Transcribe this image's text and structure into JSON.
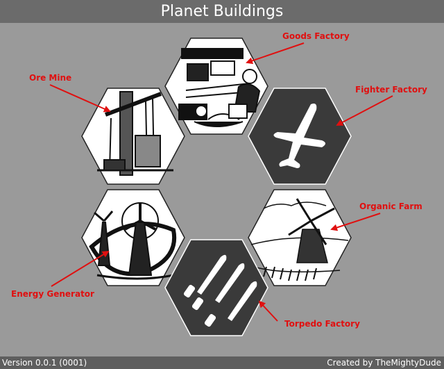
{
  "header": {
    "title": "Planet Buildings"
  },
  "footer": {
    "version": "Version 0.0.1 (0001)",
    "credit": "Created by TheMightyDude"
  },
  "colors": {
    "background": "#9a9a9a",
    "title_bar": "#6b6b6b",
    "footer_bar": "#5e5e5e",
    "label": "#e01010",
    "dark_tile": "#3a3a3a"
  },
  "buildings": [
    {
      "label": "Goods Factory",
      "icon": "factory-workers-icon"
    },
    {
      "label": "Fighter Factory",
      "icon": "airplane-icon"
    },
    {
      "label": "Ore Mine",
      "icon": "oil-pump-icon"
    },
    {
      "label": "Organic Farm",
      "icon": "windmill-icon"
    },
    {
      "label": "Energy Generator",
      "icon": "wind-turbine-icon"
    },
    {
      "label": "Torpedo Factory",
      "icon": "torpedo-icon"
    }
  ]
}
